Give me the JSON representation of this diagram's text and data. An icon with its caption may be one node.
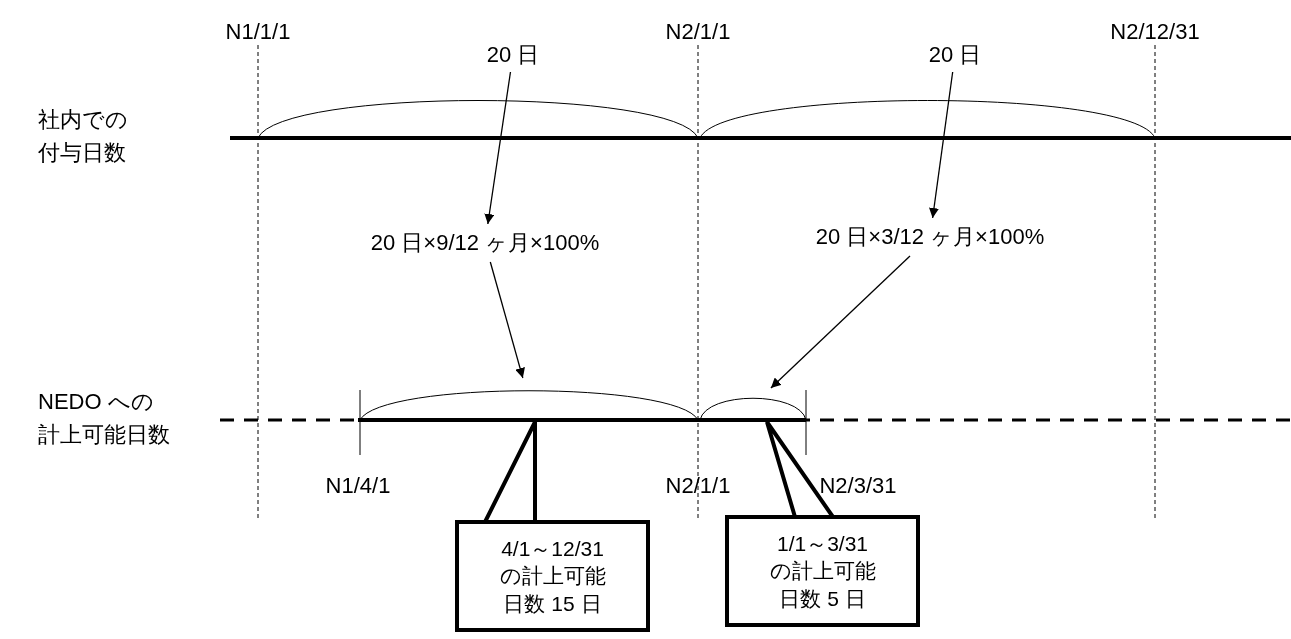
{
  "diagram": {
    "nodes": [
      {
        "text": [
          "20 日"
        ]
      },
      {
        "text": [
          "20 日"
        ]
      },
      {
        "text": [
          "20 日×9/12 ヶ月×100%"
        ]
      },
      {
        "text": [
          "20 日×3/12 ヶ月×100%"
        ]
      },
      {
        "text": [],
        "shape": "arc"
      },
      {
        "text": [],
        "shape": "arc"
      },
      {
        "text": [
          "4/1～12/31の計上可能日数 15 日"
        ]
      },
      {
        "text": [
          "1/1～3/31の計上可能日数 5 日"
        ]
      }
    ],
    "edges": [
      {
        "from": 0,
        "to": 2,
        "arrow": "to"
      },
      {
        "from": 1,
        "to": 3,
        "arrow": "to"
      },
      {
        "from": 2,
        "to": 4,
        "arrow": "to"
      },
      {
        "from": 3,
        "to": 5,
        "arrow": "to"
      }
    ],
    "labels": [
      "N1/1/1",
      "N2/1/1",
      "N2/12/31",
      "社内での付与日数",
      "NEDO への計上可能日数",
      "N1/4/1",
      "N2/1/1",
      "N2/3/31"
    ]
  }
}
